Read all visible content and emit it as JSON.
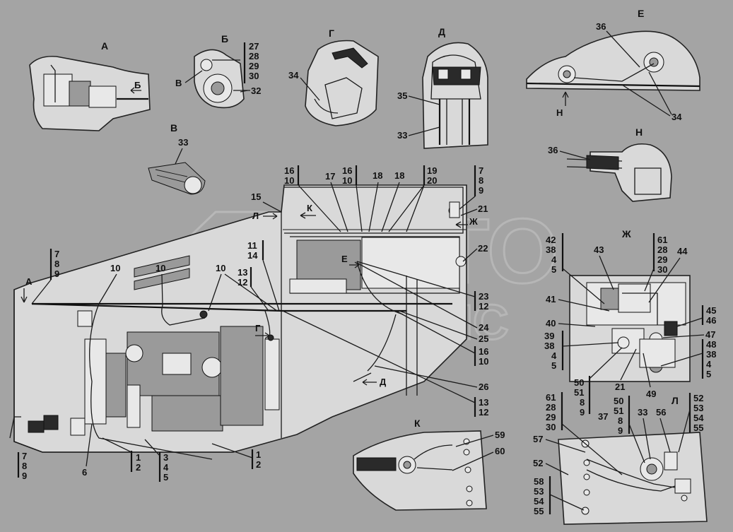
{
  "views": {
    "A": "А",
    "B": "Б",
    "V": "В",
    "G": "Г",
    "D": "Д",
    "E": "Е",
    "N": "Н",
    "ZH": "Ж",
    "K": "К",
    "L": "Л"
  },
  "arrows": {
    "a_main": "А",
    "b_detail": "Б",
    "v_detail": "В",
    "k_main": "К",
    "l_main": "Л",
    "zh_main": "Ж",
    "e_main": "Е",
    "g_main": "Г",
    "d_main": "Д",
    "n_detail": "Н"
  },
  "groups": {
    "b_27_30": [
      "27",
      "28",
      "29",
      "30"
    ],
    "main_7_9_left": [
      "7",
      "8",
      "9"
    ],
    "main_16_10_a": [
      "16",
      "10"
    ],
    "main_16_10_b": [
      "16",
      "10"
    ],
    "main_19_20": [
      "19",
      "20"
    ],
    "main_7_9_top": [
      "7",
      "8",
      "9"
    ],
    "main_11_14": [
      "11",
      "14"
    ],
    "main_13_12_top": [
      "13",
      "12"
    ],
    "main_23_12": [
      "23",
      "12"
    ],
    "main_16_10_c": [
      "16",
      "10"
    ],
    "main_13_12_bot": [
      "13",
      "12"
    ],
    "main_7_9_bot": [
      "7",
      "8",
      "9"
    ],
    "main_1_2_a": [
      "1",
      "2"
    ],
    "main_3_5": [
      "3",
      "4",
      "5"
    ],
    "main_1_2_b": [
      "1",
      "2"
    ],
    "zh_42_5": [
      "42",
      "38",
      "4",
      "5"
    ],
    "zh_61_30": [
      "61",
      "28",
      "29",
      "30"
    ],
    "zh_45_46": [
      "45",
      "46"
    ],
    "zh_39_5": [
      "39",
      "38",
      "4",
      "5"
    ],
    "zh_48_5": [
      "48",
      "38",
      "4",
      "5"
    ],
    "zh_50_9": [
      "50",
      "51",
      "8",
      "9"
    ],
    "l_61_30": [
      "61",
      "28",
      "29",
      "30"
    ],
    "l_50_9": [
      "50",
      "51",
      "8",
      "9"
    ],
    "l_52_55": [
      "52",
      "53",
      "54",
      "55"
    ],
    "l_58_55": [
      "58",
      "53",
      "54",
      "55"
    ]
  },
  "callouts": {
    "n32": "32",
    "n33_v": "33",
    "n34_g": "34",
    "n35": "35",
    "n33_d": "33",
    "n36_e": "36",
    "n34_e": "34",
    "n36_n": "36",
    "n15": "15",
    "n17": "17",
    "n18a": "18",
    "n18b": "18",
    "n21": "21",
    "n22": "22",
    "n10a": "10",
    "n10b": "10",
    "n10c": "10",
    "n24": "24",
    "n25": "25",
    "n26": "26",
    "n6": "6",
    "n43": "43",
    "n44": "44",
    "n41": "41",
    "n40": "40",
    "n47": "47",
    "n21_zh": "21",
    "n49": "49",
    "n59": "59",
    "n60": "60",
    "n37": "37",
    "n33_l": "33",
    "n56": "56",
    "n57": "57",
    "n52": "52"
  },
  "watermark": {
    "line1": "АВТО",
    "line2": "АЛЬЯНС"
  }
}
